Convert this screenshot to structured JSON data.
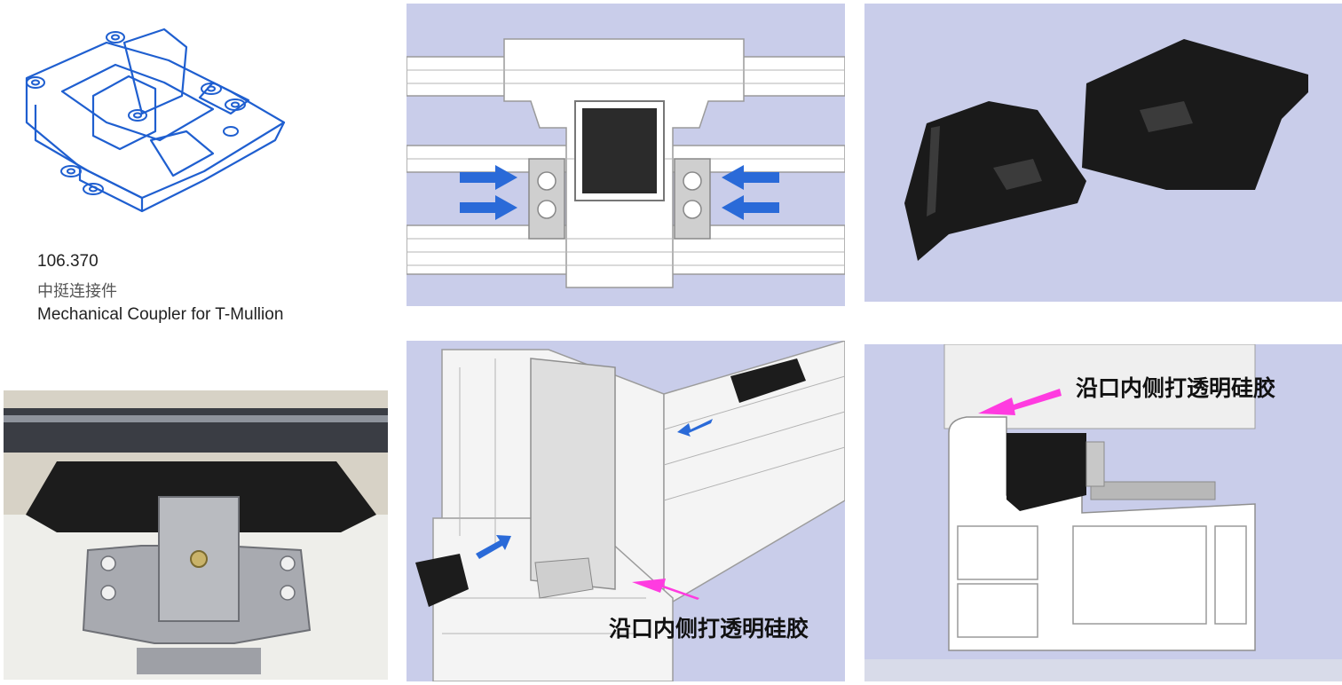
{
  "part": {
    "code": "106.370",
    "name_cn": "中挺连接件",
    "name_en": "Mechanical Coupler for T-Mullion"
  },
  "annotations": {
    "sealant_note_bottom_center": "沿口内侧打透明硅胶",
    "sealant_note_bottom_right": "沿口内侧打透明硅胶"
  },
  "colors": {
    "panel_background": "#c9cdea",
    "drawing_line_blue": "#1f5fd0",
    "arrow_blue": "#2a6ad8",
    "arrow_magenta": "#ff3be0",
    "plastic_black": "#1a1a1a"
  }
}
